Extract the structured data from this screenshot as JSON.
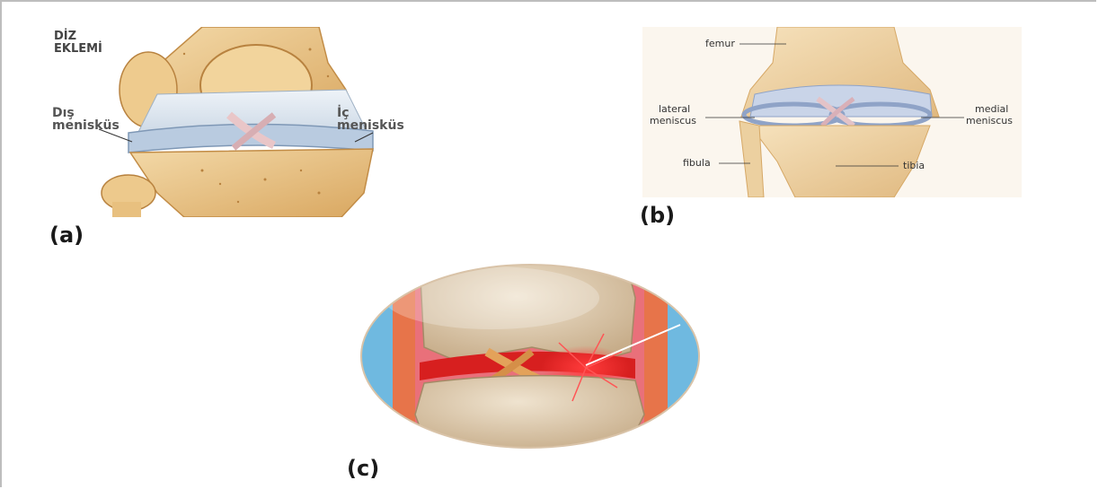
{
  "panels": [
    {
      "label": "(a)",
      "title_line1": "DİZ",
      "title_line2": "EKLEMİ",
      "outer_label_line1": "Dış",
      "outer_label_line2": "menisküs",
      "inner_label_line1": "İç",
      "inner_label_line2": "menisküs"
    },
    {
      "label": "(b)",
      "femur": "femur",
      "lateral_line1": "lateral",
      "lateral_line2": "meniscus",
      "medial_line1": "medial",
      "medial_line2": "meniscus",
      "fibula": "fibula",
      "tibia": "tibia"
    },
    {
      "label": "(c)"
    }
  ]
}
